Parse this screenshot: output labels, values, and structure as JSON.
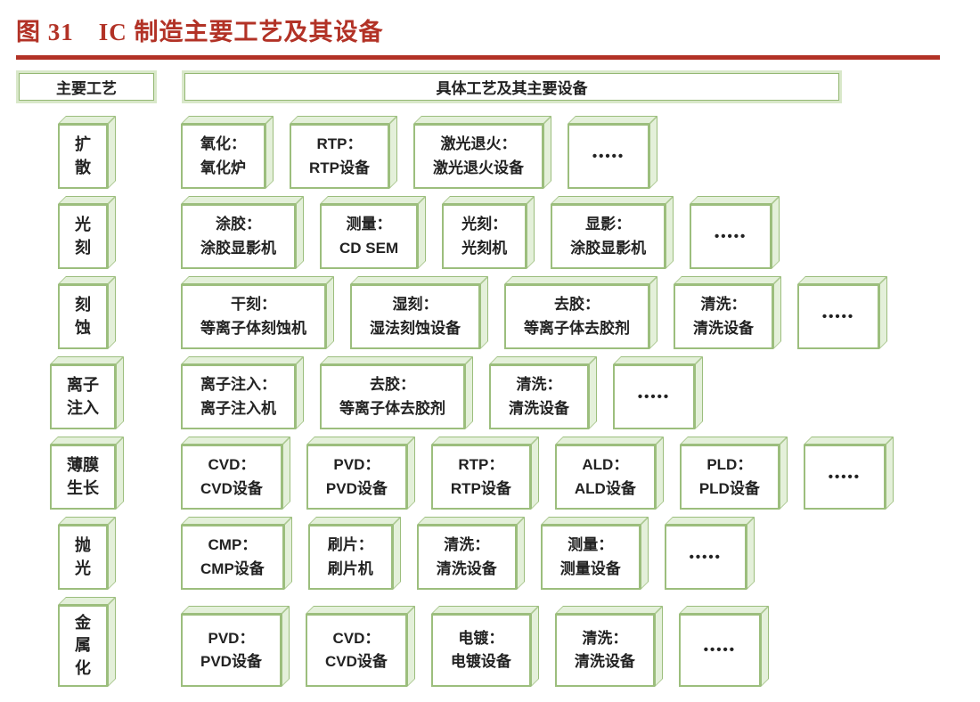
{
  "figure": {
    "title": "图 31　IC 制造主要工艺及其设备"
  },
  "colors": {
    "accent_red": "#b23226",
    "box_border_green": "#9cbe7d",
    "box_face_green": "#e4f0da"
  },
  "table_header": {
    "left": "主要工艺",
    "right": "具体工艺及其主要设备"
  },
  "ellipsis": "•••••",
  "rows": [
    {
      "process": "扩\n散",
      "boxes": [
        {
          "l1": "氧化：",
          "l2": "氧化炉"
        },
        {
          "l1": "RTP：",
          "l2": "RTP设备"
        },
        {
          "l1": "激光退火：",
          "l2": "激光退火设备"
        },
        {
          "dots": "•••••"
        }
      ]
    },
    {
      "process": "光\n刻",
      "boxes": [
        {
          "l1": "涂胶：",
          "l2": "涂胶显影机"
        },
        {
          "l1": "测量：",
          "l2": "CD SEM"
        },
        {
          "l1": "光刻：",
          "l2": "光刻机"
        },
        {
          "l1": "显影：",
          "l2": "涂胶显影机"
        },
        {
          "dots": "•••••"
        }
      ]
    },
    {
      "process": "刻\n蚀",
      "boxes": [
        {
          "l1": "干刻：",
          "l2": "等离子体刻蚀机"
        },
        {
          "l1": "湿刻：",
          "l2": "湿法刻蚀设备"
        },
        {
          "l1": "去胶：",
          "l2": "等离子体去胶剂"
        },
        {
          "l1": "清洗：",
          "l2": "清洗设备"
        },
        {
          "dots": "•••••"
        }
      ]
    },
    {
      "process": "离子\n注入",
      "boxes": [
        {
          "l1": "离子注入：",
          "l2": "离子注入机"
        },
        {
          "l1": "去胶：",
          "l2": "等离子体去胶剂"
        },
        {
          "l1": "清洗：",
          "l2": "清洗设备"
        },
        {
          "dots": "•••••"
        }
      ]
    },
    {
      "process": "薄膜\n生长",
      "boxes": [
        {
          "l1": "CVD：",
          "l2": "CVD设备"
        },
        {
          "l1": "PVD：",
          "l2": "PVD设备"
        },
        {
          "l1": "RTP：",
          "l2": "RTP设备"
        },
        {
          "l1": "ALD：",
          "l2": "ALD设备"
        },
        {
          "l1": "PLD：",
          "l2": "PLD设备"
        },
        {
          "dots": "•••••"
        }
      ]
    },
    {
      "process": "抛\n光",
      "boxes": [
        {
          "l1": "CMP：",
          "l2": "CMP设备"
        },
        {
          "l1": "刷片：",
          "l2": "刷片机"
        },
        {
          "l1": "清洗：",
          "l2": "清洗设备"
        },
        {
          "l1": "测量：",
          "l2": "测量设备"
        },
        {
          "dots": "•••••"
        }
      ]
    },
    {
      "process": "金\n属\n化",
      "boxes": [
        {
          "l1": "PVD：",
          "l2": "PVD设备"
        },
        {
          "l1": "CVD：",
          "l2": "CVD设备"
        },
        {
          "l1": "电镀：",
          "l2": "电镀设备"
        },
        {
          "l1": "清洗：",
          "l2": "清洗设备"
        },
        {
          "dots": "•••••"
        }
      ]
    }
  ]
}
